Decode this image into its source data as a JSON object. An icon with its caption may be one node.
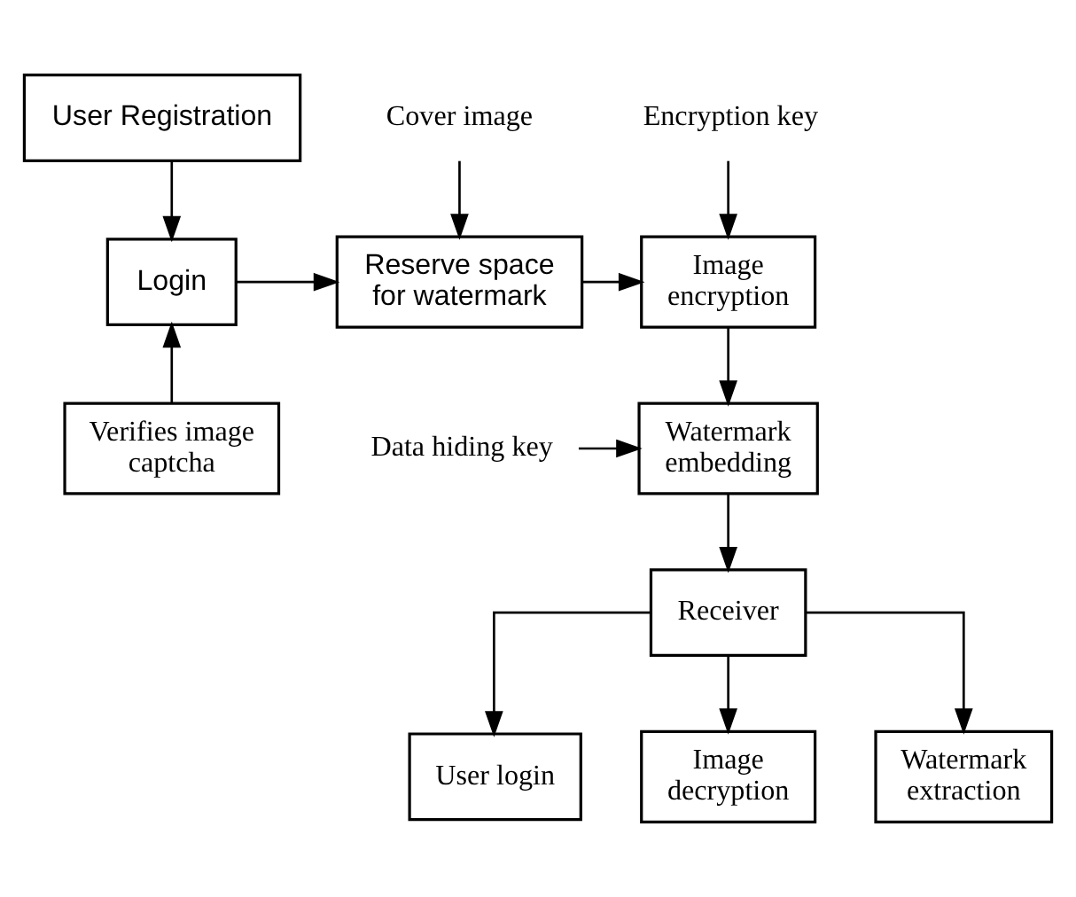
{
  "diagram": {
    "nodes": [
      {
        "text": [
          "User Registration"
        ]
      },
      {
        "text": [
          "Login"
        ]
      },
      {
        "text": [
          "Verifies image captcha"
        ]
      },
      {
        "text": [
          "Cover image"
        ]
      },
      {
        "text": [
          "Reserve space for watermark"
        ]
      },
      {
        "text": [
          "Encryption key"
        ]
      },
      {
        "text": [
          "Image encryption"
        ]
      },
      {
        "text": [
          "Data hiding key"
        ]
      },
      {
        "text": [
          "Watermark embedding"
        ]
      },
      {
        "text": [
          "Receiver"
        ]
      },
      {
        "text": [
          "User login"
        ]
      },
      {
        "text": [
          "Image decryption"
        ]
      },
      {
        "text": [
          "Watermark extraction"
        ]
      }
    ],
    "edges": [
      {
        "from": 0,
        "to": 1,
        "arrow": "to"
      },
      {
        "from": 2,
        "to": 1,
        "arrow": "to"
      },
      {
        "from": 1,
        "to": 4,
        "arrow": "to"
      },
      {
        "from": 3,
        "to": 4,
        "arrow": "to"
      },
      {
        "from": 4,
        "to": 6,
        "arrow": "to"
      },
      {
        "from": 5,
        "to": 6,
        "arrow": "to"
      },
      {
        "from": 6,
        "to": 8,
        "arrow": "to"
      },
      {
        "from": 7,
        "to": 8,
        "arrow": "to"
      },
      {
        "from": 8,
        "to": 9,
        "arrow": "to"
      },
      {
        "from": 9,
        "to": 10,
        "arrow": "to"
      },
      {
        "from": 9,
        "to": 11,
        "arrow": "to"
      },
      {
        "from": 9,
        "to": 12,
        "arrow": "to"
      }
    ]
  }
}
